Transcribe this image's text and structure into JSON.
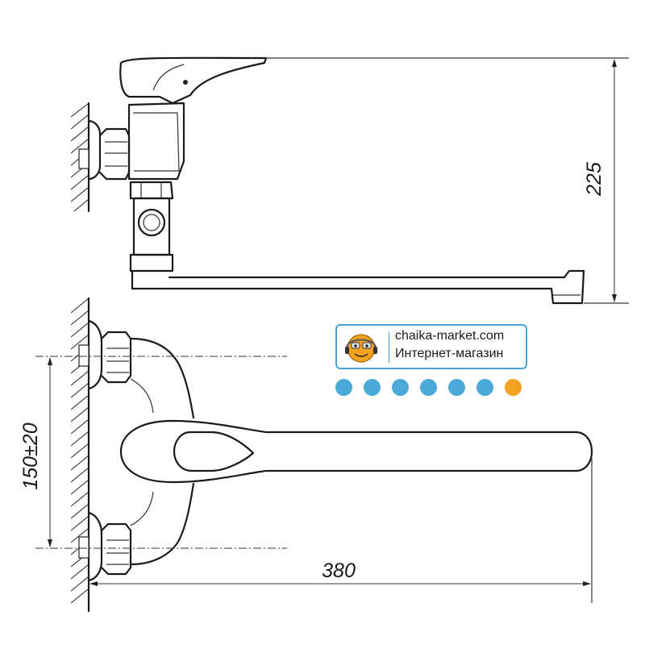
{
  "dimensions": {
    "height": "225",
    "mount_spacing": "150±20",
    "spout_length": "380"
  },
  "logo": {
    "site": "chaika-market.com",
    "tagline": "Интернет-магазин",
    "border_color": "#4aa3d6",
    "face_color": "#f4a020"
  },
  "dots": [
    "#4aa9d8",
    "#4aa9d8",
    "#4aa9d8",
    "#4aa9d8",
    "#4aa9d8",
    "#4aa9d8",
    "#f4a020"
  ]
}
